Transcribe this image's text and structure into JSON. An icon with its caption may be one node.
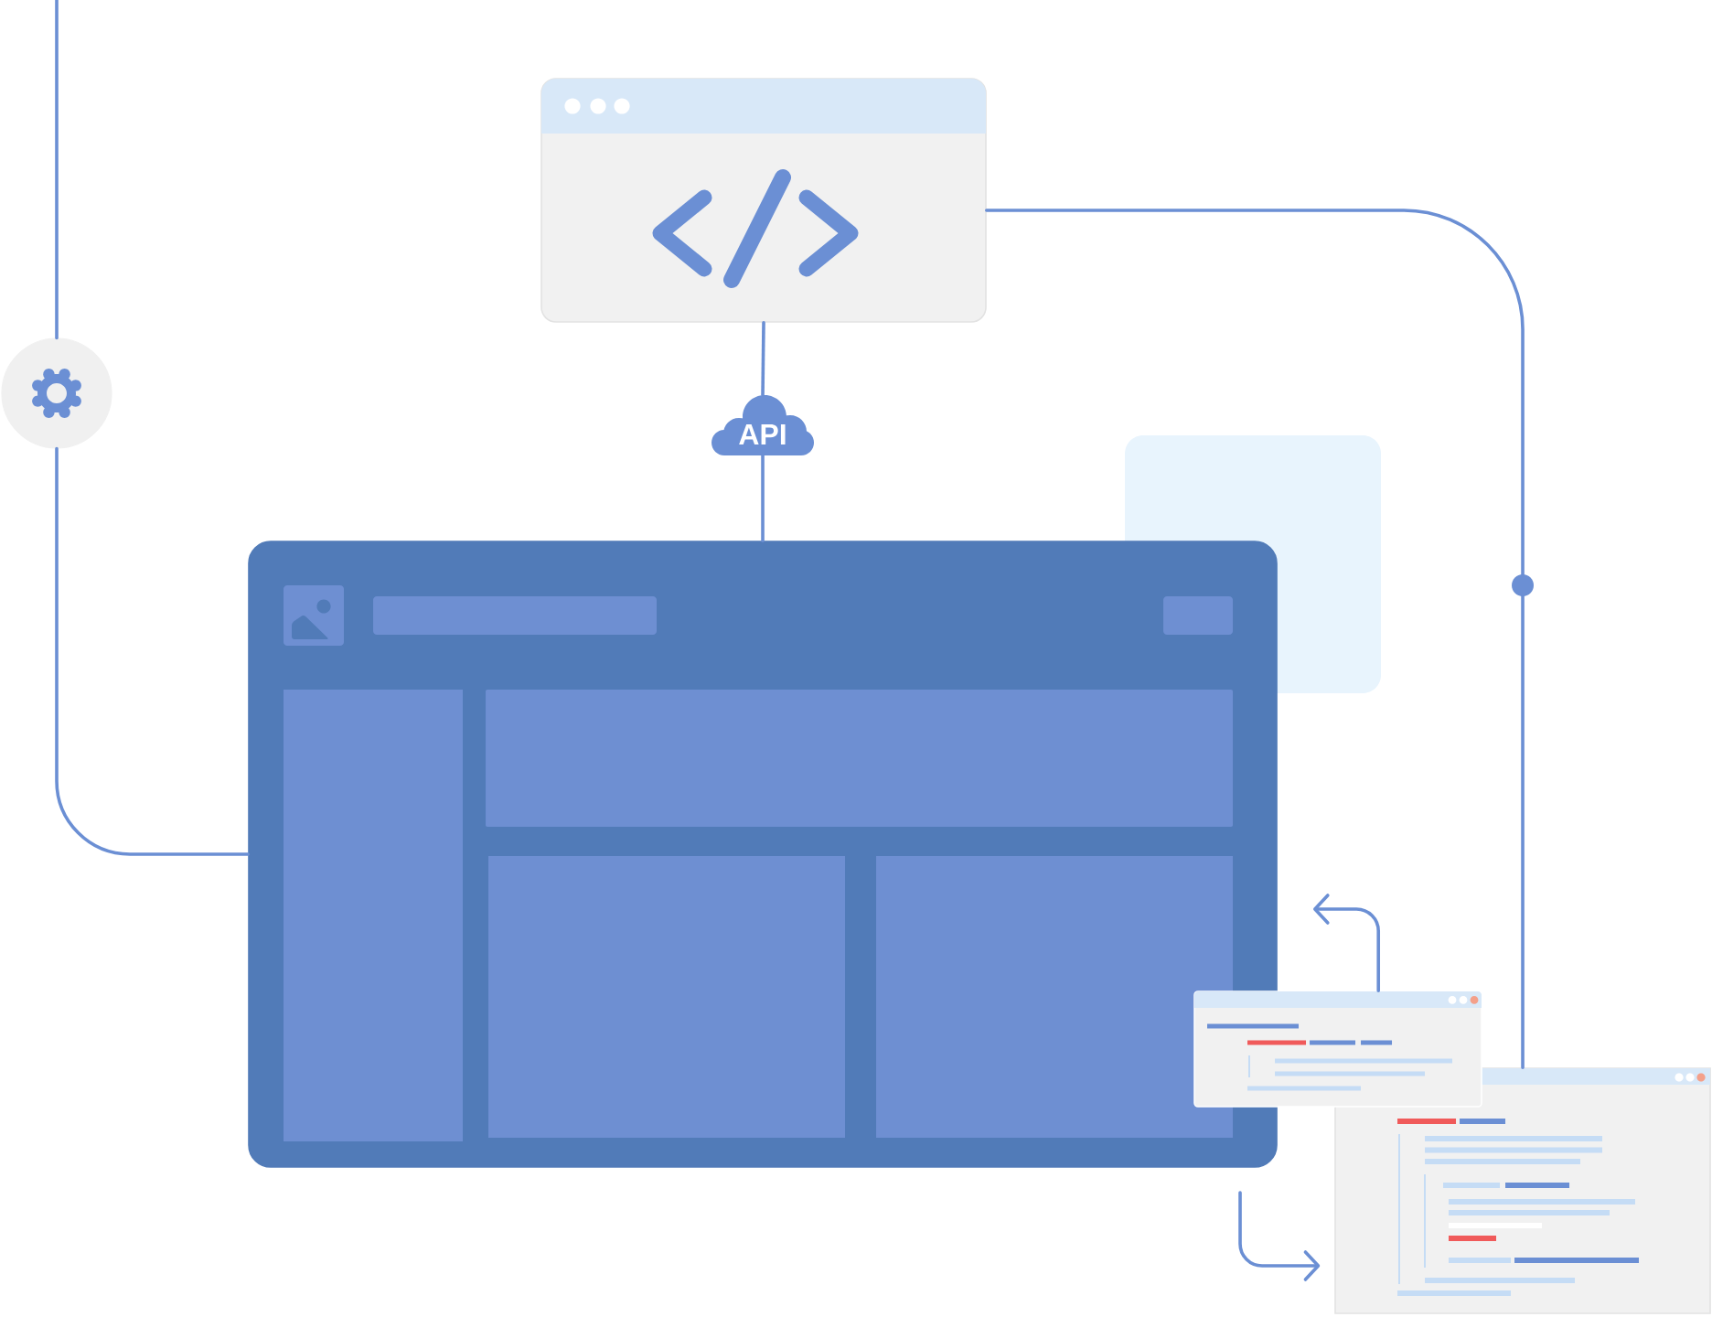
{
  "diagram": {
    "nodes": [
      {
        "text": [],
        "shape": "picture"
      },
      {
        "text": [
          "API"
        ]
      },
      {
        "text": [],
        "shape": "circle"
      },
      {
        "text": [],
        "shape": "picture"
      },
      {
        "text": [],
        "shape": "picture"
      },
      {
        "text": [],
        "shape": "picture"
      }
    ],
    "edges": [
      {
        "from": null,
        "to": 2,
        "arrow": "none"
      },
      {
        "from": 2,
        "to": 3,
        "arrow": "none"
      },
      {
        "from": 0,
        "to": 1,
        "arrow": "none"
      },
      {
        "from": 1,
        "to": 3,
        "arrow": "none"
      },
      {
        "from": 0,
        "to": 5,
        "arrow": "none"
      },
      {
        "from": 4,
        "to": null,
        "arrow": "to"
      },
      {
        "from": null,
        "to": 5,
        "arrow": "to"
      }
    ]
  }
}
